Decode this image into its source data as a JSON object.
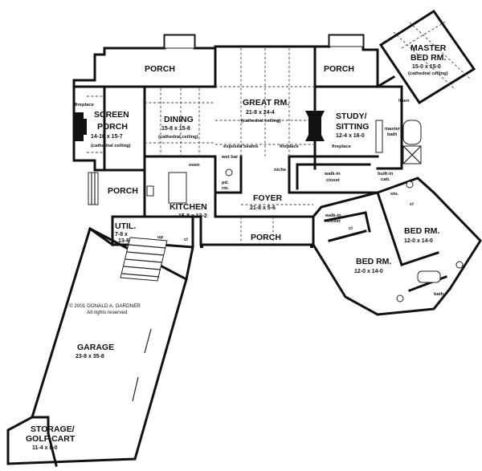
{
  "rooms": {
    "porch_top": {
      "name": "PORCH"
    },
    "porch_right": {
      "name": "PORCH"
    },
    "porch_front": {
      "name": "PORCH"
    },
    "porch_small": {
      "name": "PORCH"
    },
    "screen_porch": {
      "name_1": "SCREEN",
      "name_2": "PORCH",
      "dims": "14-10 x 15-7",
      "note": "(cathedral ceiling)"
    },
    "dining": {
      "name": "DINING",
      "dims": "15-8 x 15-8",
      "note": "(cathedral ceiling)"
    },
    "great_room": {
      "name": "GREAT RM.",
      "dims": "21-8 x 24-4",
      "note": "(cathedral ceiling)"
    },
    "study": {
      "name_1": "STUDY/",
      "name_2": "SITTING",
      "dims": "12-4 x 16-0"
    },
    "master_bed": {
      "name_1": "MASTER",
      "name_2": "BED RM.",
      "dims": "15-0 x 15-0",
      "note": "(cathedral ceiling)"
    },
    "kitchen": {
      "name": "KITCHEN",
      "dims": "15-8 x 13-2"
    },
    "foyer": {
      "name": "FOYER",
      "dims": "21-8 x 5-6"
    },
    "util": {
      "name": "UTIL.",
      "dims_1": "7-8 x",
      "dims_2": "13-6"
    },
    "bed_a": {
      "name": "BED RM.",
      "dims": "12-0 x 14-0"
    },
    "bed_b": {
      "name": "BED RM.",
      "dims": "12-0 x 14-0"
    },
    "garage": {
      "name": "GARAGE",
      "dims": "23-8 x 35-8"
    },
    "storage": {
      "name_1": "STORAGE/",
      "name_2": "GOLF CART",
      "dims": "11-4 x 8-0"
    }
  },
  "notes": {
    "fireplace_left": "fireplace",
    "fireplace_center": "fireplace",
    "fireplace_right": "fireplace",
    "exposed_beams": "exposed beams",
    "wet_bar": "wet bar",
    "oven": "oven",
    "niche": "niche",
    "walk_in_closet_1": "walk-in",
    "walk_in_closet_2": "closet",
    "built_in_1": "built-in",
    "built_in_2": "cab.",
    "master_bath_1": "master",
    "master_bath_2": "bath",
    "linen": "linen",
    "powder_1": "pd.",
    "powder_2": "rm.",
    "sto": "sto.",
    "cl_1": "cl",
    "cl_2": "cl",
    "cl_3": "cl",
    "walk_in_closet_3": "walk-in",
    "walk_in_closet_4": "closet",
    "bath": "bath",
    "up": "up"
  },
  "copyright": {
    "line_1": "© 2001 DONALD A. GARDNER",
    "line_2": "All rights reserved"
  }
}
